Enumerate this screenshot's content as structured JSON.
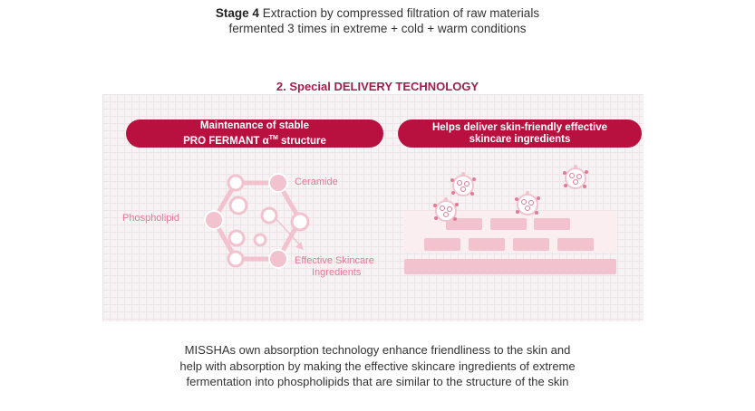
{
  "stage": {
    "label": "Stage 4",
    "text": "Extraction by compressed filtration of raw materials",
    "line2": "fermented 3 times in extreme + cold + warm conditions"
  },
  "section_title": "2. Special DELIVERY TECHNOLOGY",
  "left_pill": {
    "line1": "Maintenance of stable",
    "line2_prefix": "PRO FERMANT α",
    "line2_sup": "TM",
    "line2_suffix": " structure"
  },
  "right_pill": {
    "line1": "Helps deliver skin-friendly effective",
    "line2": "skincare ingredients"
  },
  "diagram_labels": {
    "ceramide": "Ceramide",
    "phospholipid": "Phospholipid",
    "effective_1": "Effective Skincare",
    "effective_2": "Ingredients"
  },
  "description": {
    "line1": "MISSHAs own absorption technology enhance friendliness to the skin and",
    "line2": "help with absorption by making the effective skincare ingredients of extreme",
    "line3": "fermentation into phospholipids that are similar to the structure of the skin"
  },
  "colors": {
    "accent": "#b8113f",
    "heading": "#a41c4b",
    "pink_light": "#f2c2cf",
    "pink_mid": "#e07b96"
  }
}
